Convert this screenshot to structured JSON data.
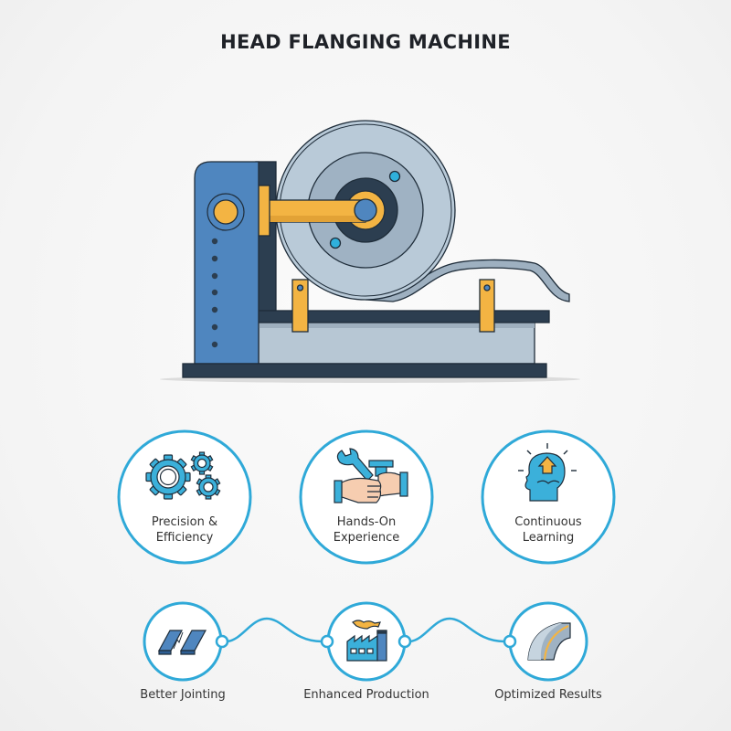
{
  "title": "HEAD FLANGING MACHINE",
  "colors": {
    "accent_cyan": "#2fa9d8",
    "column_blue": "#4f86bf",
    "dark_navy": "#2c3e50",
    "steel_gray": "#b7c7d4",
    "arm_yellow": "#f3b443",
    "background": "#f5f5f5"
  },
  "illustration": {
    "name": "head-flanging-machine",
    "parts": [
      "frame-column",
      "forming-roller-disk",
      "yellow-arm",
      "curved-sheet-flange",
      "clamp-brackets",
      "machine-bed",
      "base-plate"
    ]
  },
  "features": [
    {
      "icon": "gears-icon",
      "line1": "Precision &",
      "line2": "Efficiency"
    },
    {
      "icon": "hands-wrench-icon",
      "line1": "Hands-On",
      "line2": "Experience"
    },
    {
      "icon": "head-arrow-up-icon",
      "line1": "Continuous",
      "line2": "Learning"
    }
  ],
  "steps": [
    {
      "icon": "jointing-plates-icon",
      "label": "Better Jointing"
    },
    {
      "icon": "factory-icon",
      "label": "Enhanced Production"
    },
    {
      "icon": "curved-flange-icon",
      "label": "Optimized Results"
    }
  ]
}
